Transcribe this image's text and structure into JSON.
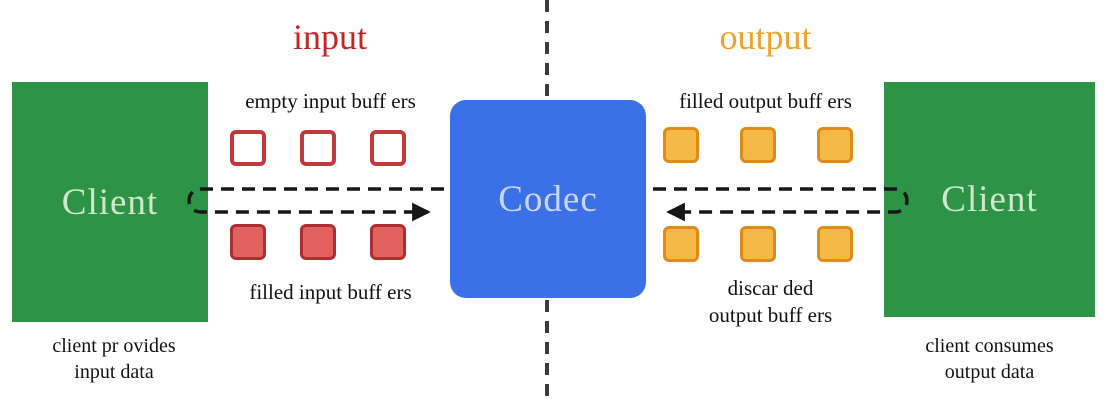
{
  "titles": {
    "input": "input",
    "output": "output"
  },
  "left_client": {
    "label": "Client",
    "caption_line1": "client pr ovides",
    "caption_line2": "input data"
  },
  "codec": {
    "label": "Codec"
  },
  "right_client": {
    "label": "Client",
    "caption_line1": "client consumes",
    "caption_line2": "output data"
  },
  "buffers": {
    "empty_input": {
      "label": "empty input buff ers",
      "count": 3
    },
    "filled_input": {
      "label": "filled input buff ers",
      "count": 3
    },
    "filled_output": {
      "label": "filled output buff ers",
      "count": 3
    },
    "discarded_output": {
      "label_line1": "discar ded",
      "label_line2": "output buff ers",
      "count": 3
    }
  },
  "colors": {
    "client_green": "#2d9447",
    "client_text": "#cfe6cf",
    "codec_blue": "#3c70e8",
    "codec_text": "#c7d9f2",
    "input_red": "#c32427",
    "output_orange": "#f0a22b",
    "empty_buffer_border": "#c0393d",
    "filled_input_buffer_fill": "#e2625f",
    "filled_input_buffer_border": "#ae2f33",
    "output_buffer_fill": "#f5b945",
    "output_buffer_border": "#e08b19",
    "arrow_black": "#161616",
    "divider_gray": "#3a3a3a"
  }
}
